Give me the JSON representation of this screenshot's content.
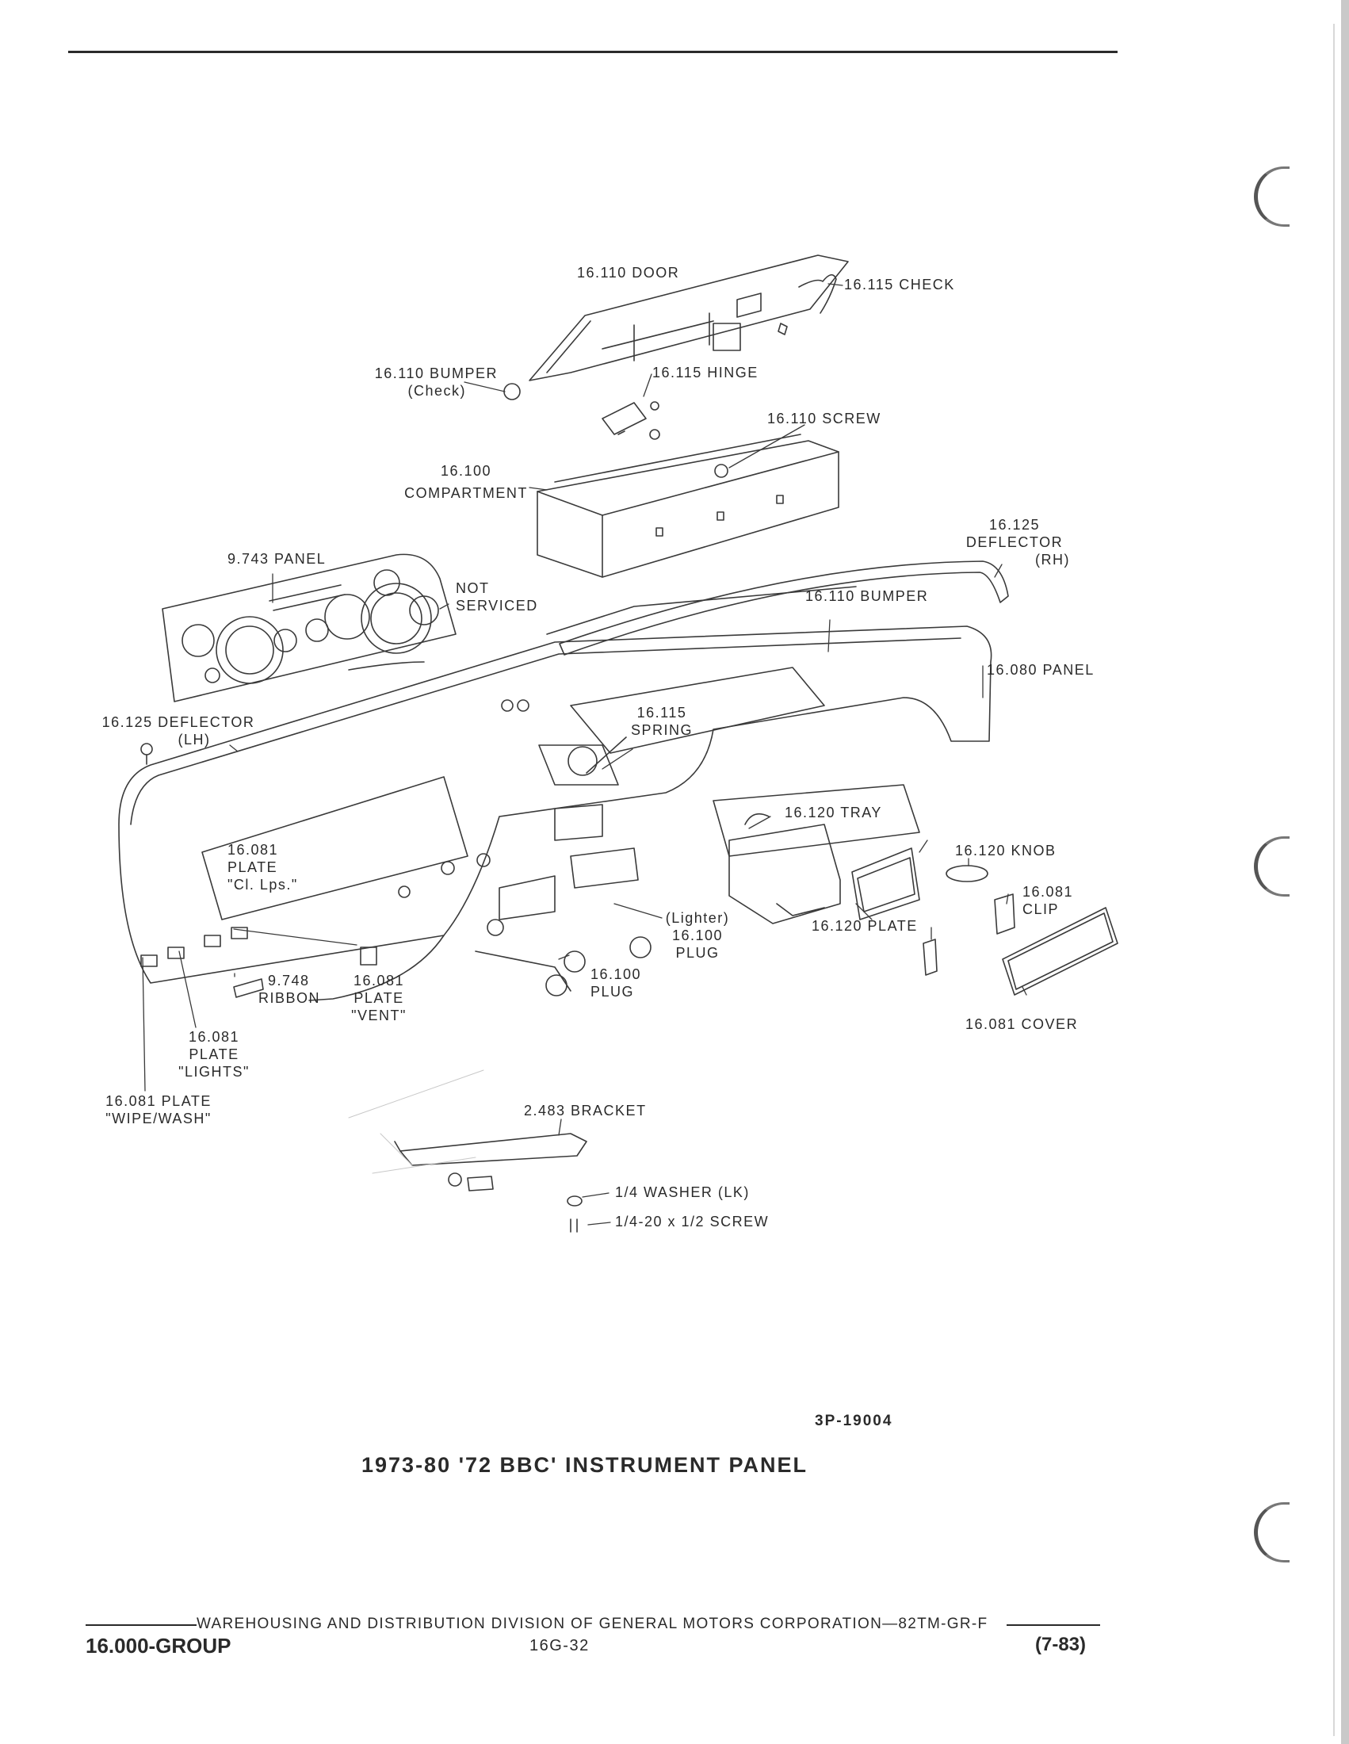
{
  "diagram": {
    "labels": {
      "door": "16.110 DOOR",
      "check": "16.115 CHECK",
      "bumper_check_1": "16.110 BUMPER",
      "bumper_check_2": "(Check)",
      "hinge": "16.115 HINGE",
      "screw": "16.110 SCREW",
      "compartment_1": "16.100",
      "compartment_2": "COMPARTMENT",
      "deflector_rh_1": "16.125",
      "deflector_rh_2": "DEFLECTOR",
      "deflector_rh_3": "(RH)",
      "panel_9743": "9.743 PANEL",
      "not_serviced_1": "NOT",
      "not_serviced_2": "SERVICED",
      "bumper": "16.110 BUMPER",
      "panel_16080": "16.080 PANEL",
      "deflector_lh_1": "16.125 DEFLECTOR",
      "deflector_lh_2": "(LH)",
      "spring_1": "16.115",
      "spring_2": "SPRING",
      "tray": "16.120 TRAY",
      "plate_cl_1": "16.081",
      "plate_cl_2": "PLATE",
      "plate_cl_3": "\"Cl. Lps.\"",
      "knob": "16.120 KNOB",
      "clip_1": "16.081",
      "clip_2": "CLIP",
      "lighter_1": "(Lighter)",
      "lighter_2": "16.100",
      "lighter_3": "PLUG",
      "plate_1612": "16.120 PLATE",
      "plug_1": "16.100",
      "plug_2": "PLUG",
      "ribbon_1": "9.748",
      "ribbon_2": "RIBBON",
      "vent_1": "16.081",
      "vent_2": "PLATE",
      "vent_3": "\"VENT\"",
      "cover": "16.081 COVER",
      "lights_1": "16.081",
      "lights_2": "PLATE",
      "lights_3": "\"LIGHTS\"",
      "wipe_1": "16.081 PLATE",
      "wipe_2": "\"WIPE/WASH\"",
      "bracket": "2.483 BRACKET",
      "washer": "1/4 WASHER (LK)",
      "screw_bolt": "1/4-20 x 1/2 SCREW"
    },
    "figure_number": "3P-19004",
    "title": "1973-80 '72 BBC' INSTRUMENT PANEL"
  },
  "footer": {
    "division_line": "WAREHOUSING AND DISTRIBUTION  DIVISION OF GENERAL MOTORS CORPORATION—82TM-GR-F",
    "group": "16.000-GROUP",
    "page": "16G-32",
    "date": "(7-83)"
  }
}
